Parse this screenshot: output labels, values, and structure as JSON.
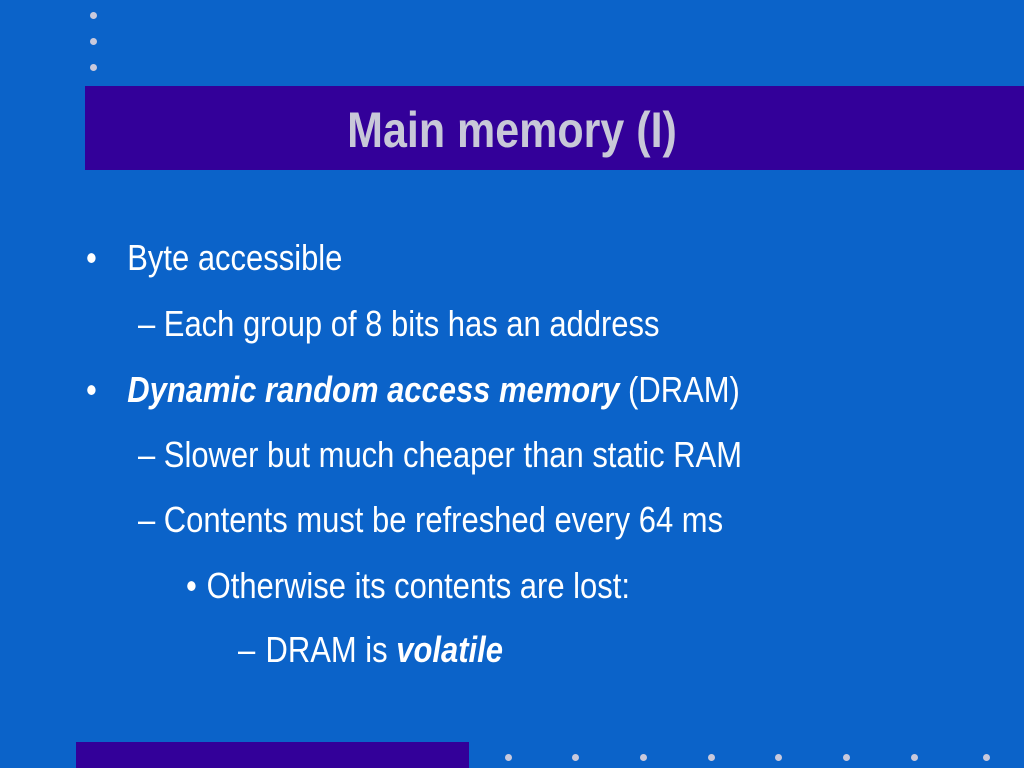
{
  "slide": {
    "title": "Main memory (I)",
    "bullets": {
      "b1": {
        "marker": "•",
        "text": "Byte accessible"
      },
      "b1_1": {
        "marker": "–",
        "text": "Each group of 8 bits has an address"
      },
      "b2": {
        "marker": "•",
        "emph": "Dynamic random access memory",
        "text": " (DRAM)"
      },
      "b2_1": {
        "marker": "–",
        "text": "Slower but much cheaper than static RAM"
      },
      "b2_2": {
        "marker": "–",
        "text": "Contents must be refreshed every 64 ms"
      },
      "b2_2_1": {
        "marker": "•",
        "text": "Otherwise its contents are lost:"
      },
      "b2_2_1_1": {
        "marker": "–",
        "text": "DRAM is ",
        "emph": "volatile"
      }
    }
  },
  "colors": {
    "background": "#0b63c9",
    "accent_bar": "#330099",
    "title_text": "#c8c8d8",
    "body_text": "#ffffff",
    "dots": "#c9c9dc"
  }
}
